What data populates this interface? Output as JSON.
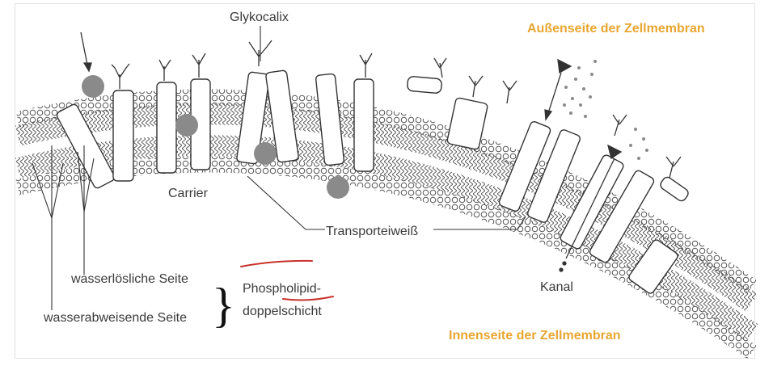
{
  "labels": {
    "glykocalix": "Glykocalix",
    "outside": "Außenseite der Zellmembran",
    "inside": "Innenseite der Zellmembran",
    "carrier": "Carrier",
    "transport": "Transporteiweiß",
    "kanal": "Kanal",
    "water_soluble": "wasserlösliche Seite",
    "water_repellent": "wasserabweisende Seite",
    "phospho1": "Phospholipid-",
    "phospho2": "doppelschicht",
    "brace": "}"
  },
  "colors": {
    "accent": "#e8a630",
    "stroke": "#333333",
    "particle": "#8a8a8a",
    "annotation": "#c8322a"
  }
}
